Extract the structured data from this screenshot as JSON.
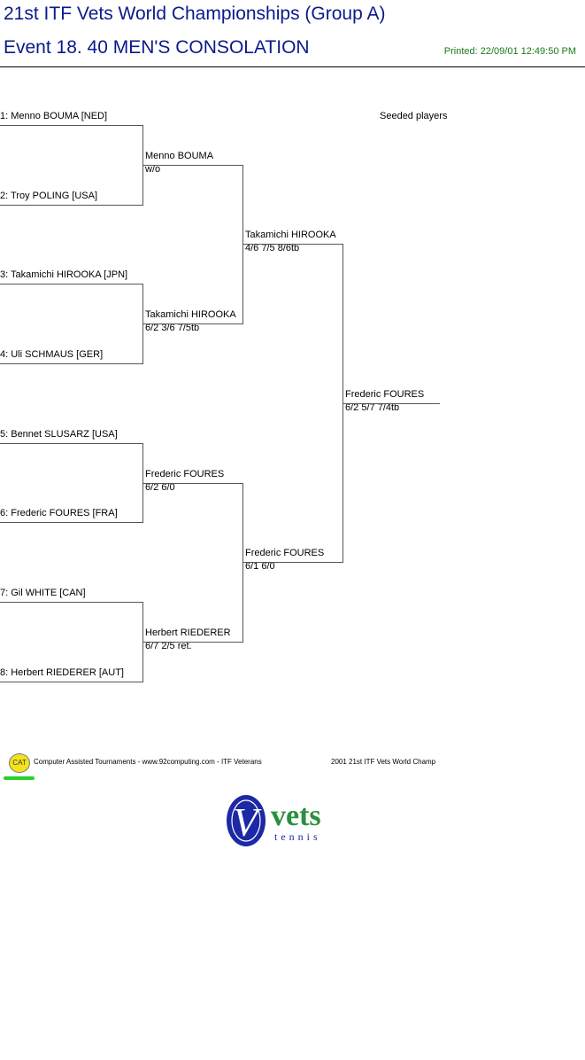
{
  "header": {
    "title": "21st ITF Vets World Championships (Group A)",
    "event": "Event 18. 40 MEN'S CONSOLATION",
    "printed": "Printed: 22/09/01 12:49:50 PM"
  },
  "seeded_label": "Seeded players",
  "draw": {
    "round1": [
      "1: Menno BOUMA [NED]",
      "2: Troy POLING [USA]",
      "3: Takamichi HIROOKA [JPN]",
      "4: Uli SCHMAUS [GER]",
      "5: Bennet SLUSARZ [USA]",
      "6: Frederic FOURES [FRA]",
      "7: Gil WHITE [CAN]",
      "8: Herbert RIEDERER [AUT]"
    ],
    "round2": [
      {
        "name": "Menno BOUMA",
        "score": "w/o"
      },
      {
        "name": "Takamichi HIROOKA",
        "score": "6/2 3/6 7/5tb"
      },
      {
        "name": "Frederic FOURES",
        "score": "6/2 6/0"
      },
      {
        "name": "Herbert RIEDERER",
        "score": "6/7 2/5 ret."
      }
    ],
    "round3": [
      {
        "name": "Takamichi HIROOKA",
        "score": "4/6 7/5 8/6tb"
      },
      {
        "name": "Frederic FOURES",
        "score": "6/1 6/0"
      }
    ],
    "final": {
      "name": "Frederic FOURES",
      "score": "6/2 5/7 7/4tb"
    }
  },
  "footer": {
    "cat_logo": "CAT",
    "credit": "Computer Assisted Tournaments - www.92computing.com -  ITF Veterans",
    "event_name": "2001 21st ITF Vets World Champ",
    "vets_logo_letter": "V",
    "vets_logo_word": "vets",
    "vets_logo_sub": "tennis"
  }
}
